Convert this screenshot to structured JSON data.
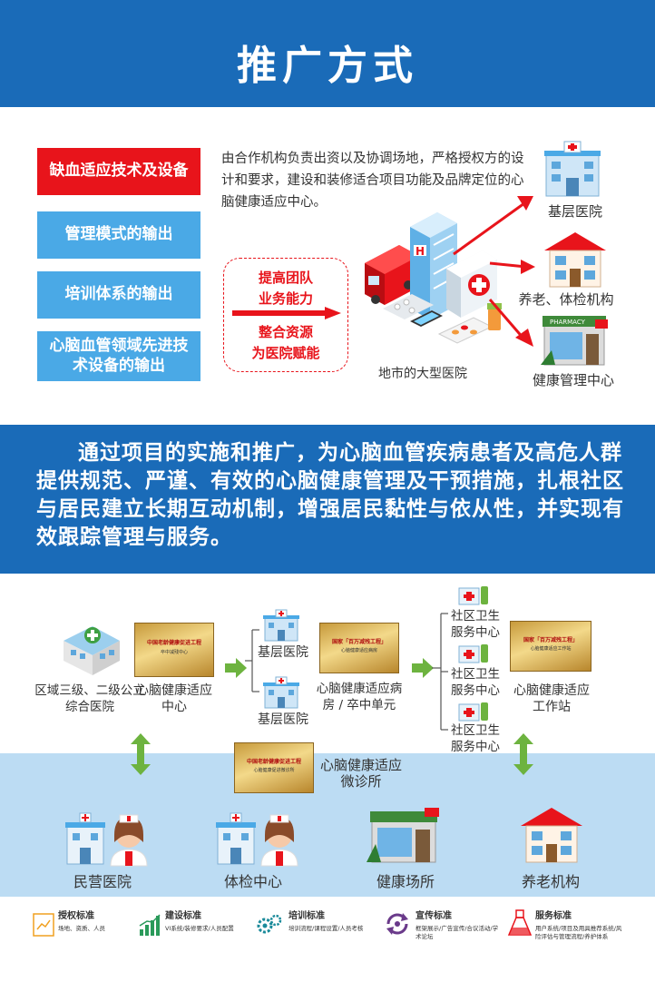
{
  "header": {
    "title": "推广方式"
  },
  "menu": [
    {
      "label": "缺血适应技术及设备",
      "active": true
    },
    {
      "label": "管理模式的输出",
      "active": false
    },
    {
      "label": "培训体系的输出",
      "active": false
    },
    {
      "label": "心脑血管领域先进技术设备的输出",
      "active": false
    }
  ],
  "description": "由合作机构负责出资以及协调场地，严格授权方的设计和要求，建设和装修适合项目功能及品牌定位的心脑健康适应中心。",
  "dashbox": {
    "line1": "提高团队",
    "line2": "业务能力",
    "line3": "整合资源",
    "line4": "为医院赋能"
  },
  "flow_top": {
    "hospital_label": "地市的大型医院",
    "target1": "基层医院",
    "target2": "养老、体检机构",
    "target3": "健康管理中心",
    "pharmacy_sign": "PHARMACY"
  },
  "band": {
    "text": "通过项目的实施和推广，为心脑血管疾病患者及高危人群提供规范、严谨、有效的心脑健康管理及干预措施，扎根社区与居民建立长期互动机制，增强居民黏性与依从性，并实现有效跟踪管理与服务。"
  },
  "network": {
    "origin_label": "区域三级、二级公立综合医院",
    "center_label": "心脑健康适应中心",
    "basic1": "基层医院",
    "basic2": "基层医院",
    "ward_label": "心脑健康适应病房 / 卒中单元",
    "community1": "社区卫生服务中心",
    "community2": "社区卫生服务中心",
    "community3": "社区卫生服务中心",
    "station_label": "心脑健康适应工作站",
    "clinic_label": "心脑健康适应微诊所",
    "plaque1_title": "中国老龄健康促进工程",
    "plaque1_sub": "卒中减残中心",
    "plaque2_title": "国家「百万减残工程」",
    "plaque2_sub": "心脑健康适应病房",
    "plaque3_title": "国家「百万减残工程」",
    "plaque3_sub": "心脑健康适应工作站",
    "plaque4_title": "中国老龄健康促进工程",
    "plaque4_sub": "心脑健康促进微诊所"
  },
  "bottom": {
    "item1": "民营医院",
    "item2": "体检中心",
    "item3": "健康场所",
    "item4": "养老机构"
  },
  "legend": [
    {
      "title": "授权标准",
      "sub": "场地、资质、人员"
    },
    {
      "title": "建设标准",
      "sub": "VI系统/装修要求/人员配置"
    },
    {
      "title": "培训标准",
      "sub": "培训流程/课程设置/人员考核"
    },
    {
      "title": "宣传标准",
      "sub": "框架展示/广告宣传/合议活动/学术论坛"
    },
    {
      "title": "服务标准",
      "sub": "用户系统/项目及用具推荐系统/风险评估与管理流程/养护体系"
    }
  ],
  "colors": {
    "blue": "#1a6bb8",
    "red": "#e8141b",
    "light_blue": "#4aa9e6",
    "green": "#6db33f"
  }
}
